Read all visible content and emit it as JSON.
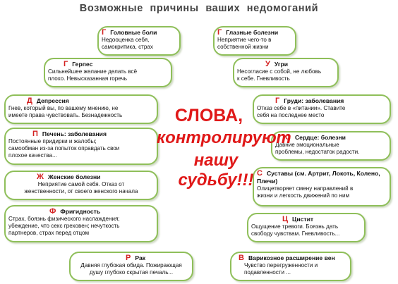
{
  "title": "Возможные причины ваших недомоганий",
  "slogan": {
    "line1": "СЛОВА,",
    "line2": "контролируют",
    "line3": "нашу судьбу!!!"
  },
  "cards": [
    {
      "letter": "Г",
      "heading": "Головные боли",
      "lines": [
        "Недооценка себя,",
        "самокритика, страх"
      ]
    },
    {
      "letter": "Г",
      "heading": "Глазные болезни",
      "lines": [
        "Неприятие чего-то в",
        "собственной жизни"
      ]
    },
    {
      "letter": "Г",
      "heading": "Герпес",
      "lines": [
        "Сильнейшее желание делать всё",
        "плохо. Невысказанная горечь"
      ]
    },
    {
      "letter": "У",
      "heading": "Угри",
      "lines": [
        "Несогласие с собой, не любовь",
        "к себе. Гневливость"
      ]
    },
    {
      "letter": "Д",
      "heading": "Депрессия",
      "lines": [
        "Гнев, который вы, по вашему мнению, не",
        "имеете права чувствовать. Безнадежность"
      ]
    },
    {
      "letter": "Г",
      "heading": "Груди: заболевания",
      "lines": [
        "Отказ себе в «питании». Ставите",
        "себя на последнее место"
      ]
    },
    {
      "letter": "П",
      "heading": "Печень: заболевания",
      "lines": [
        "Постоянные придирки и жалобы;",
        "самообман из-за попыток оправдать свои",
        "плохое качества..."
      ]
    },
    {
      "letter": "С",
      "heading": "Сердце: болезни",
      "lines": [
        "Давние эмоциональные",
        "проблемы, недостаток радости."
      ]
    },
    {
      "letter": "Ж",
      "heading": "Женские болезни",
      "lines": [
        "Неприятие самой себя. Отказ от",
        "женственности, от своего женского начала"
      ]
    },
    {
      "letter": "С",
      "heading": "Суставы (см. Артрит, Локоть, Колено, Плечи)",
      "lines": [
        "Олицетворяет смену направлений в",
        "жизни и легкость движений по ним"
      ]
    },
    {
      "letter": "Ф",
      "heading": "Фригидность",
      "lines": [
        "Страх, боязнь физического наслаждения;",
        "убеждение, что секс греховен; нечуткость",
        "партнеров, страх перед отцом"
      ]
    },
    {
      "letter": "Ц",
      "heading": "Цистит",
      "lines": [
        "Ощущение тревоги. Боязнь дать",
        "свободу чувствам. Гневливость..."
      ]
    },
    {
      "letter": "Р",
      "heading": "Рак",
      "lines": [
        "Давняя глубокая обида. Пожирающая",
        "душу глубоко скрытая печаль..."
      ]
    },
    {
      "letter": "В",
      "heading": "Варикозное расширение вен",
      "lines": [
        "Чувство перегруженности и",
        "подавленности ..."
      ]
    }
  ]
}
